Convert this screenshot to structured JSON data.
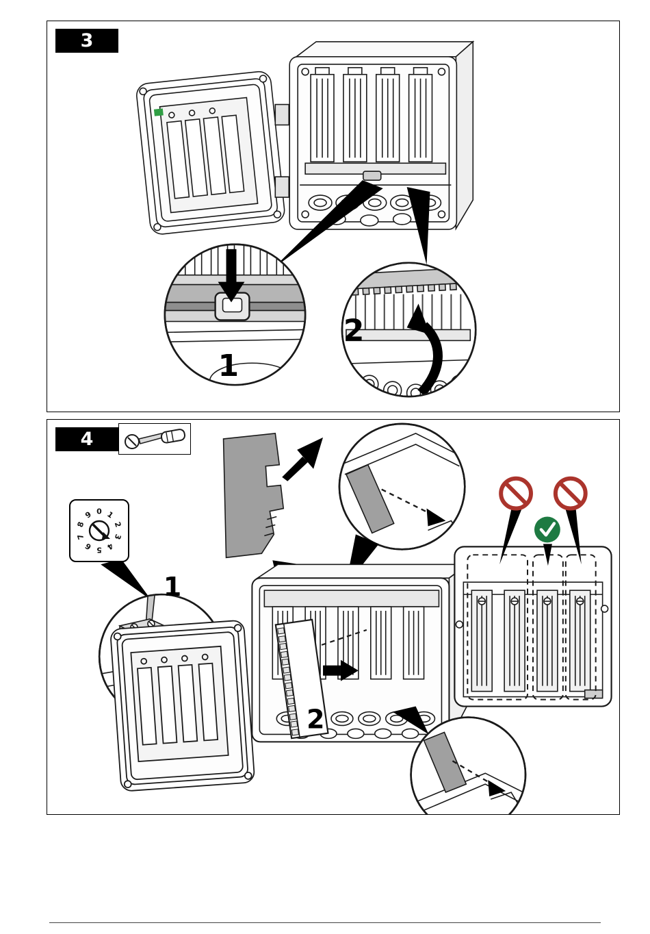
{
  "document": {
    "kind": "installation-manual-page"
  },
  "figure3": {
    "step_label": "3",
    "callouts": [
      "1",
      "2"
    ]
  },
  "figure4": {
    "step_label": "4",
    "tool_icon": "flathead-screwdriver-icon",
    "rotary_dial": {
      "digits": [
        "0",
        "1",
        "2",
        "3",
        "4",
        "5",
        "6",
        "7",
        "8",
        "9"
      ]
    },
    "callouts": [
      "1",
      "2"
    ],
    "slot_indicators": [
      "prohibited-icon",
      "allowed-icon",
      "prohibited-icon"
    ]
  },
  "colors": {
    "prohibited_red": "#ab342c",
    "allowed_green": "#1e7a42",
    "step_box_bg": "#000000",
    "step_box_fg": "#ffffff",
    "line_art": "#1a1a1a",
    "shade_gray": "#a0a0a0",
    "ground_label_green": "#2f9e44"
  }
}
